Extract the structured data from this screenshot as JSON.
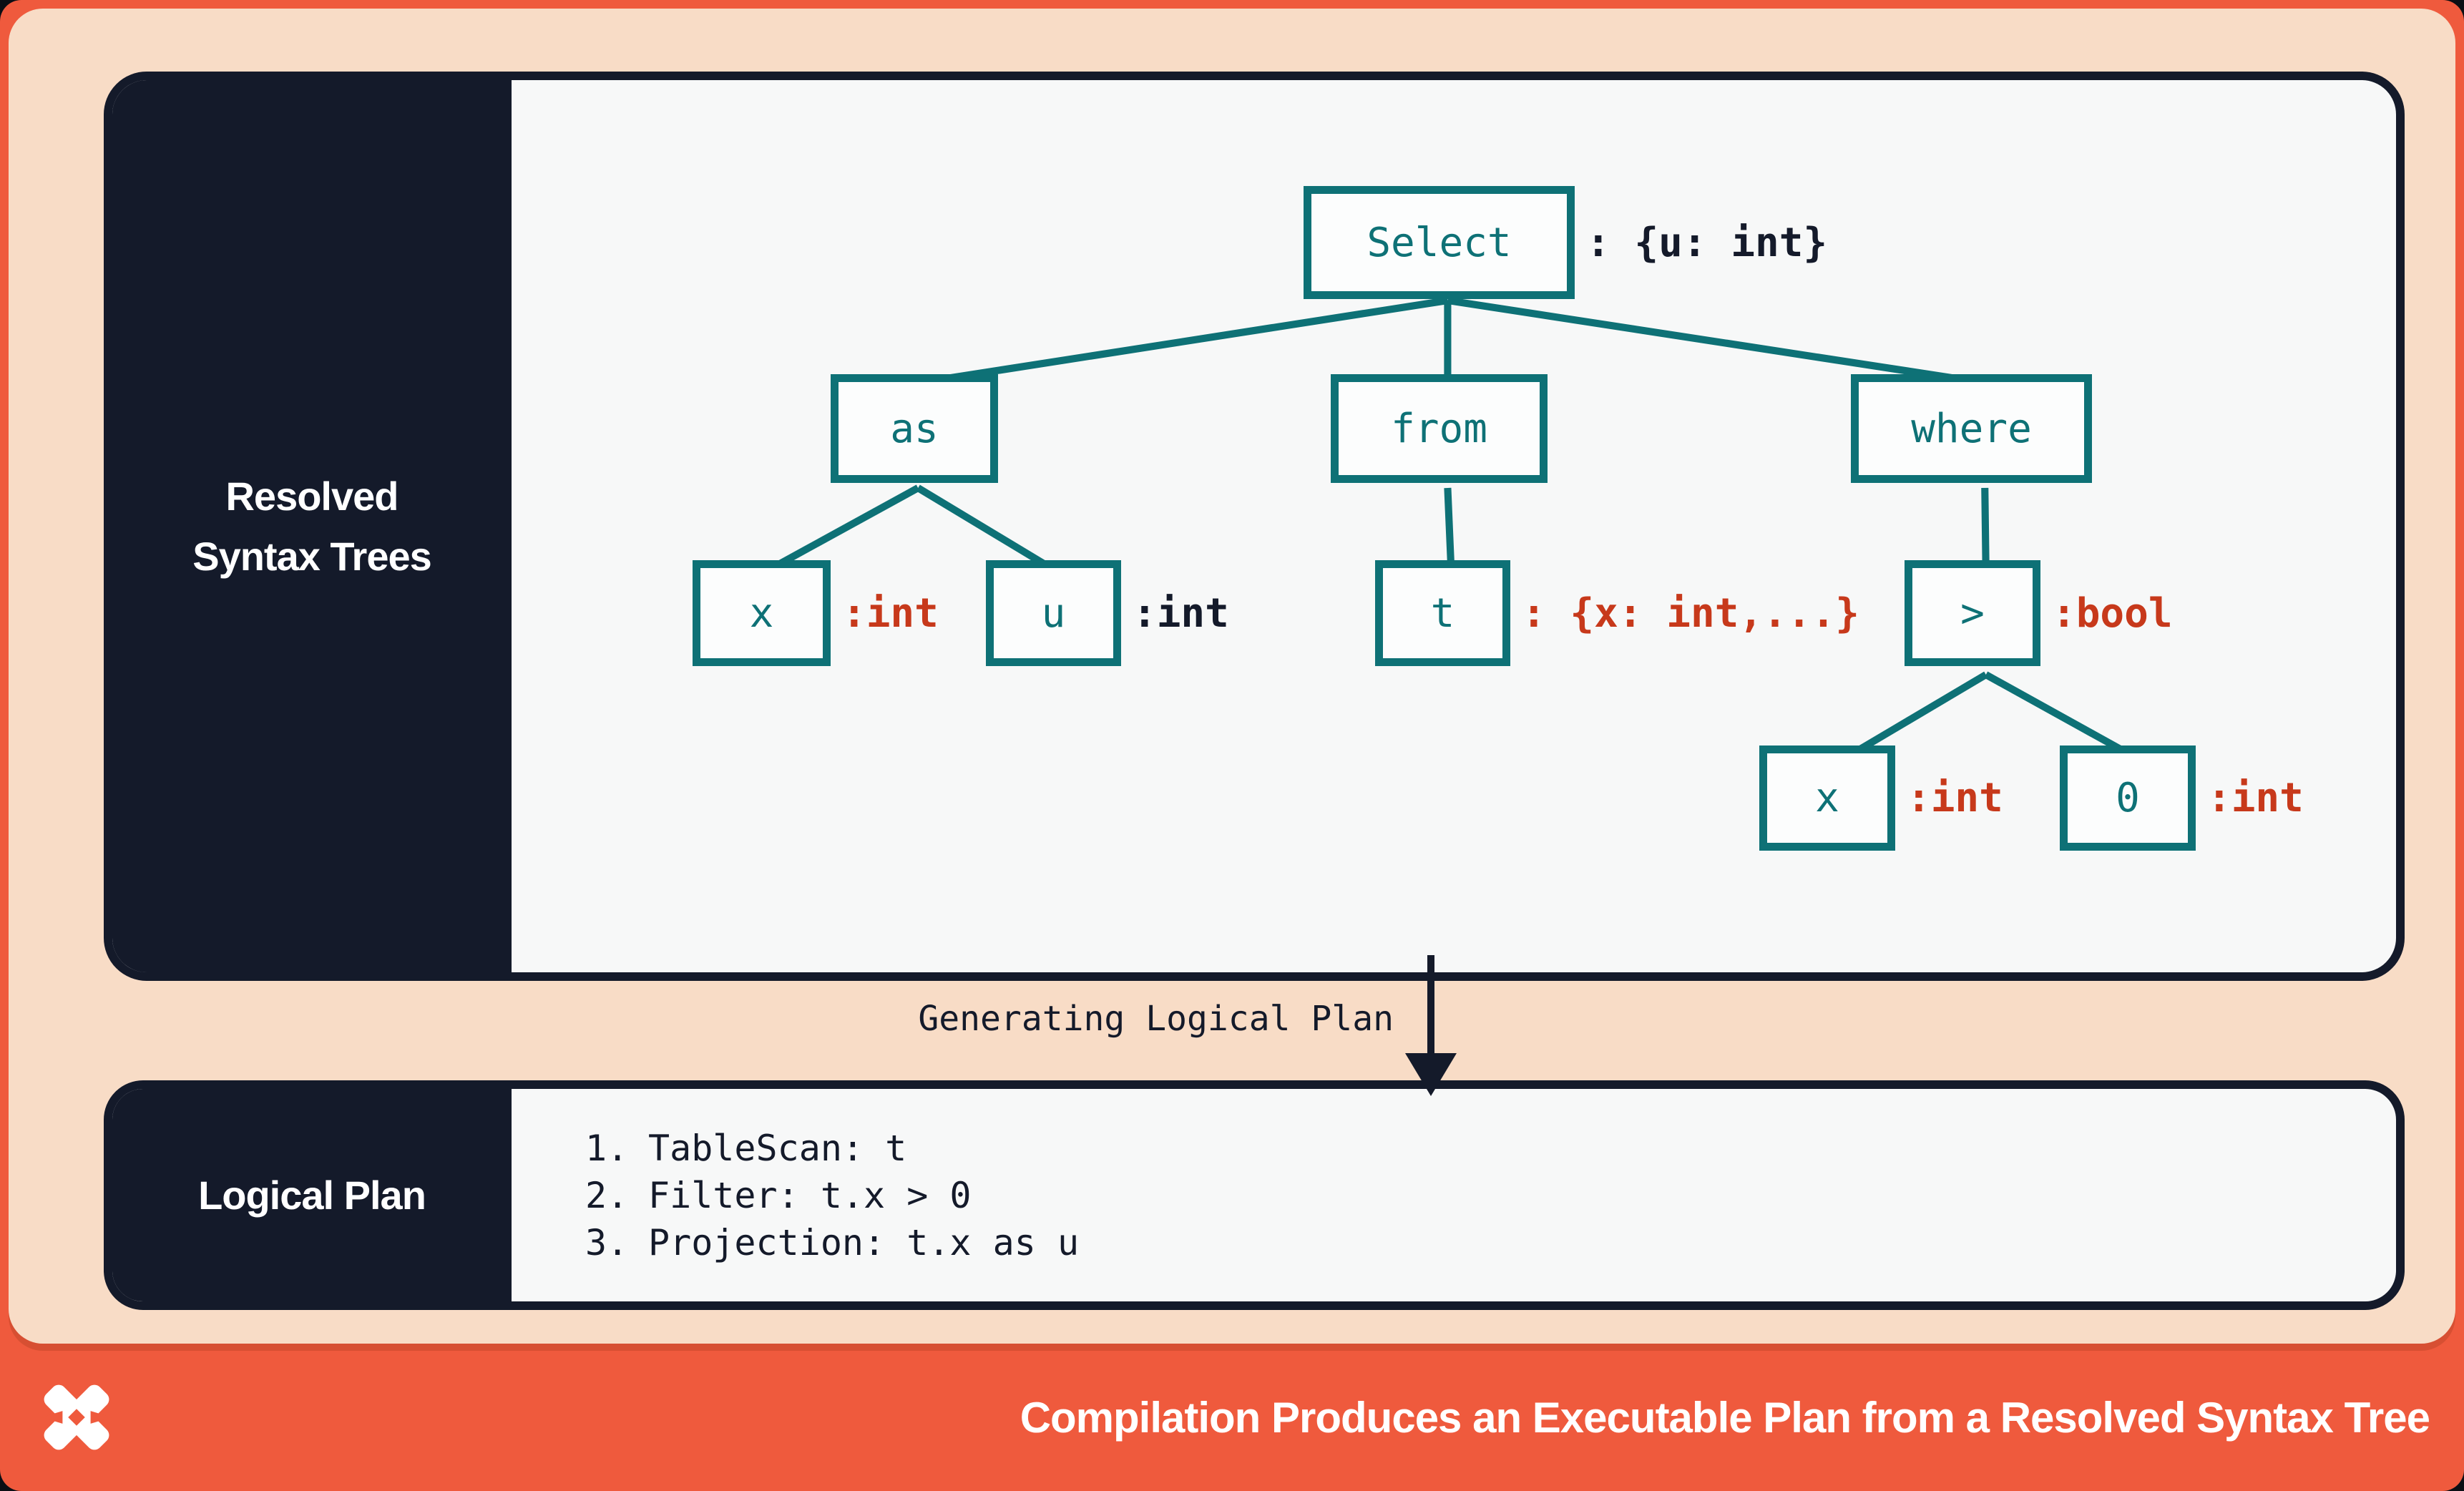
{
  "colors": {
    "accent_orange": "#EF5A3D",
    "salmon_background": "#F8DCC6",
    "navy": "#141A2A",
    "teal_node": "#0E7176",
    "red_annotation": "#C7391B",
    "panel_background": "#F7F8F8"
  },
  "top_panel": {
    "sidebar_title_line1": "Resolved",
    "sidebar_title_line2": "Syntax Trees",
    "tree": {
      "nodes": [
        {
          "id": "select",
          "label": "Select",
          "annotation": ": {u: int}",
          "annotation_style": "dark"
        },
        {
          "id": "as",
          "label": "as"
        },
        {
          "id": "from",
          "label": "from"
        },
        {
          "id": "where",
          "label": "where"
        },
        {
          "id": "x1",
          "label": "x",
          "annotation": ":int",
          "annotation_style": "red"
        },
        {
          "id": "u",
          "label": "u",
          "annotation": ":int",
          "annotation_style": "dark"
        },
        {
          "id": "t",
          "label": "t",
          "annotation": ": {x: int,...}",
          "annotation_style": "red"
        },
        {
          "id": "gt",
          "label": ">",
          "annotation": ":bool",
          "annotation_style": "red"
        },
        {
          "id": "x2",
          "label": "x",
          "annotation": ":int",
          "annotation_style": "red"
        },
        {
          "id": "zero",
          "label": "0",
          "annotation": ":int",
          "annotation_style": "red"
        }
      ],
      "edges": [
        [
          "select",
          "as"
        ],
        [
          "select",
          "from"
        ],
        [
          "select",
          "where"
        ],
        [
          "as",
          "x1"
        ],
        [
          "as",
          "u"
        ],
        [
          "from",
          "t"
        ],
        [
          "where",
          "gt"
        ],
        [
          "gt",
          "x2"
        ],
        [
          "gt",
          "zero"
        ]
      ]
    }
  },
  "transition": {
    "label": "Generating Logical Plan"
  },
  "bottom_panel": {
    "sidebar_title": "Logical Plan",
    "steps": [
      {
        "num": "1.",
        "text": "TableScan: t"
      },
      {
        "num": "2.",
        "text": "Filter: t.x > 0"
      },
      {
        "num": "3.",
        "text": "Projection: t.x as u"
      }
    ]
  },
  "footer": {
    "logo_icon": "pinwheel-x-logo",
    "title": "Compilation Produces an Executable Plan from a Resolved Syntax Tree"
  }
}
